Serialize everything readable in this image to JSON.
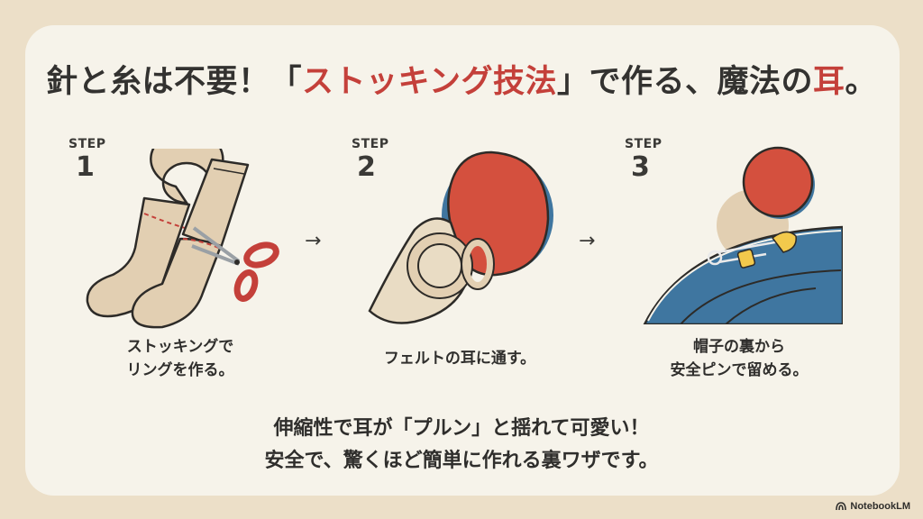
{
  "title": {
    "prefix": "針と糸は不要！「",
    "highlight": "ストッキング技法",
    "middle": "」で作る、魔法の",
    "highlight2": "耳",
    "suffix": "。"
  },
  "colors": {
    "background": "#ecdfc8",
    "card": "#f6f3ea",
    "accent_red": "#c4403a",
    "text_dark": "#333230",
    "stocking_beige": "#e2cfb2",
    "felt_red": "#d4503e",
    "hat_blue": "#3f76a0",
    "pin_yellow": "#f2c94c"
  },
  "steps": [
    {
      "label": "STEP",
      "number": "1",
      "icon": "stockings-scissors-illustration",
      "caption_line1": "ストッキングで",
      "caption_line2": "リングを作る。"
    },
    {
      "label": "STEP",
      "number": "2",
      "icon": "felt-ear-through-ring-illustration",
      "caption_line1": "フェルトの耳に通す。",
      "caption_line2": ""
    },
    {
      "label": "STEP",
      "number": "3",
      "icon": "hat-safety-pin-illustration",
      "caption_line1": "帽子の裏から",
      "caption_line2": "安全ピンで留める。"
    }
  ],
  "arrows": [
    "→",
    "→"
  ],
  "summary": {
    "line1": "伸縮性で耳が「プルン」と揺れて可愛い！",
    "line2": "安全で、驚くほど簡単に作れる裏ワザです。"
  },
  "brand": {
    "label": "NotebookLM",
    "icon": "notebooklm-logo-icon"
  }
}
